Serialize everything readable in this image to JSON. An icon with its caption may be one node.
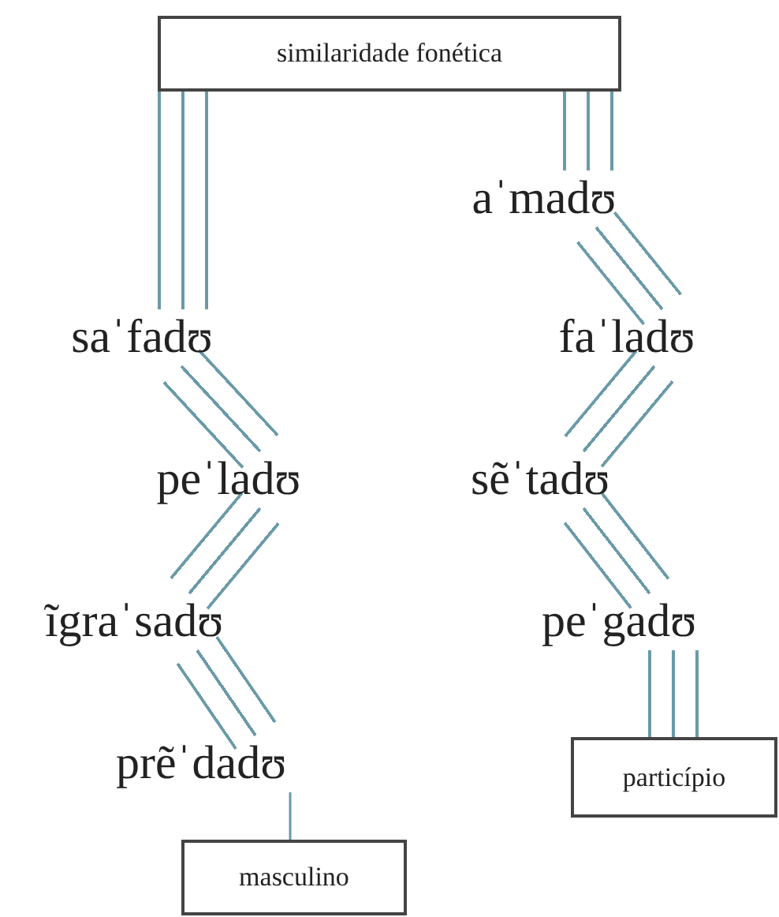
{
  "diagram": {
    "nodes": [
      {
        "text": [
          "similaridade fonética"
        ]
      },
      {
        "text": [
          "aˈmadʊ"
        ]
      },
      {
        "text": [
          "saˈfadʊ"
        ]
      },
      {
        "text": [
          "faˈladʊ"
        ]
      },
      {
        "text": [
          "peˈladʊ"
        ]
      },
      {
        "text": [
          "sẽˈtadʊ"
        ]
      },
      {
        "text": [
          "ĩgraˈsadʊ"
        ]
      },
      {
        "text": [
          "peˈgadʊ"
        ]
      },
      {
        "text": [
          "prẽˈdadʊ"
        ]
      },
      {
        "text": [
          "particípio"
        ]
      },
      {
        "text": [
          "masculino"
        ]
      }
    ],
    "edges": [
      {
        "from": 0,
        "to": 1,
        "arrow": "none",
        "style": "thick"
      },
      {
        "from": 0,
        "to": 2,
        "arrow": "none",
        "style": "thick"
      },
      {
        "from": 1,
        "to": 3,
        "arrow": "none",
        "style": "thick"
      },
      {
        "from": 2,
        "to": 4,
        "arrow": "none",
        "style": "thick"
      },
      {
        "from": 3,
        "to": 5,
        "arrow": "none",
        "style": "thick"
      },
      {
        "from": 4,
        "to": 6,
        "arrow": "none",
        "style": "thick"
      },
      {
        "from": 5,
        "to": 7,
        "arrow": "none",
        "style": "thick"
      },
      {
        "from": 6,
        "to": 8,
        "arrow": "none",
        "style": "thick"
      },
      {
        "from": 7,
        "to": 9,
        "arrow": "none",
        "style": "thick"
      },
      {
        "from": 8,
        "to": 10,
        "arrow": "none"
      }
    ]
  }
}
